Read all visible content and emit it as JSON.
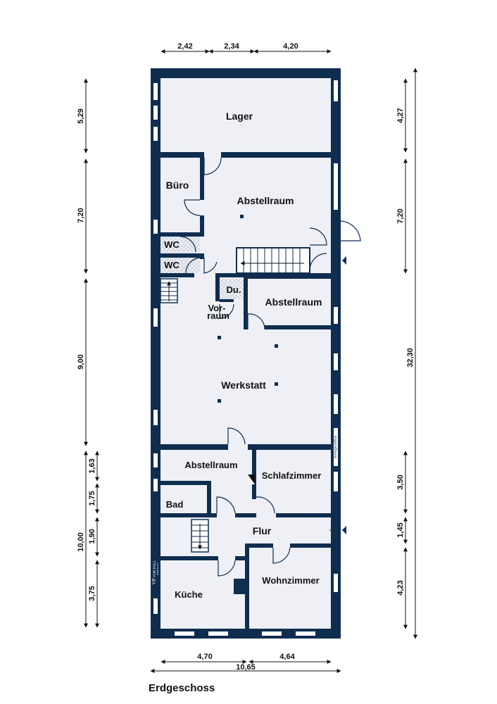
{
  "floor_title": "Erdgeschoss",
  "rooms": {
    "lager": "Lager",
    "buero": "Büro",
    "abstellraum_top": "Abstellraum",
    "wc_1": "WC",
    "wc_2": "WC",
    "dusche": "Du.",
    "vorraum_1": "Vor-",
    "vorraum_2": "raum",
    "abstellraum_mid": "Abstellraum",
    "werkstatt": "Werkstatt",
    "abstellraum_low": "Abstellraum",
    "schlafzimmer": "Schlafzimmer",
    "bad": "Bad",
    "flur": "Flur",
    "kueche": "Küche",
    "wohnzimmer": "Wohnzimmer"
  },
  "dimensions": {
    "top": [
      "2,42",
      "2,34",
      "4,20"
    ],
    "left_outer": [
      "5,29",
      "7,20",
      "9,00",
      "10,00"
    ],
    "left_inner": [
      "1,63",
      "1,75",
      "1,90",
      "3,75"
    ],
    "right_inner": [
      "4,27",
      "7,20",
      "3,50",
      "1,45",
      "4,23"
    ],
    "right_total": "32,30",
    "bottom": [
      "4,70",
      "4,64"
    ],
    "bottom_total": "10,65"
  },
  "watermark": {
    "logo": "VP",
    "brand": "VON POLL",
    "brand_sub": "IMMOBILIEN",
    "side_text": "immogrundriss"
  }
}
